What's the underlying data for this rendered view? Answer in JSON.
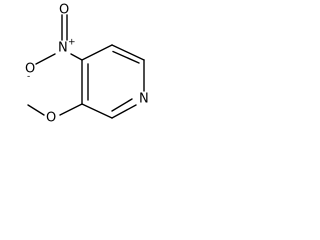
{
  "molecule": {
    "atoms": {
      "nitro_n": "N",
      "nitro_n_charge": "+",
      "nitro_o_top": "O",
      "nitro_o_left": "O",
      "nitro_o_left_charge": "-",
      "methoxy_o": "O",
      "ring_n": "N"
    }
  }
}
